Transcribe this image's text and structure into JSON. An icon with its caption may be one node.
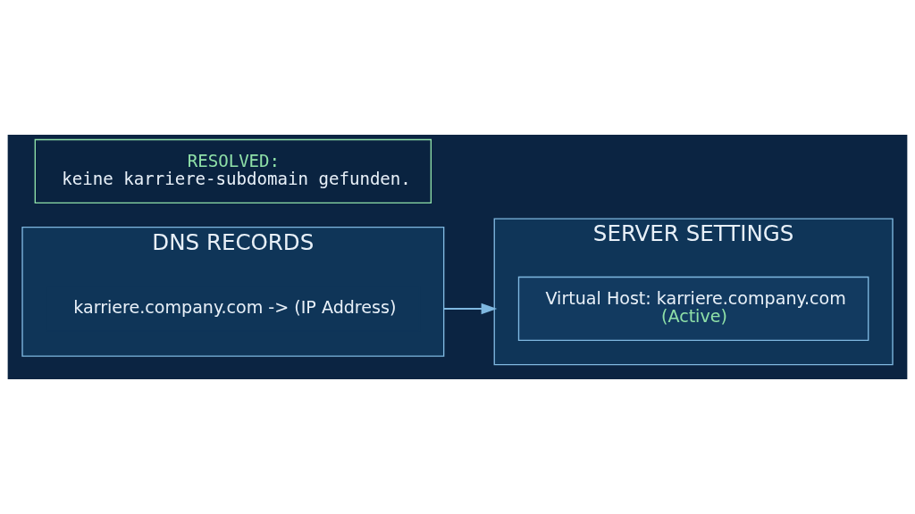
{
  "diagram": {
    "nodes": [
      {
        "text": [
          "DNS RECORDS"
        ]
      },
      {
        "text": [
          "karriere.company.com -> (IP Address)"
        ],
        "in": 0
      },
      {
        "text": [
          "SERVER SETTINGS"
        ]
      },
      {
        "text": [
          "Virtual Host: karriere.company.com",
          "(Active)"
        ],
        "in": 2
      },
      {
        "text": [
          "RESOLVED:",
          "keine karriere-subdomain gefunden."
        ]
      }
    ],
    "edges": [
      {
        "from": 0,
        "to": 2,
        "arrow": "to"
      }
    ]
  }
}
